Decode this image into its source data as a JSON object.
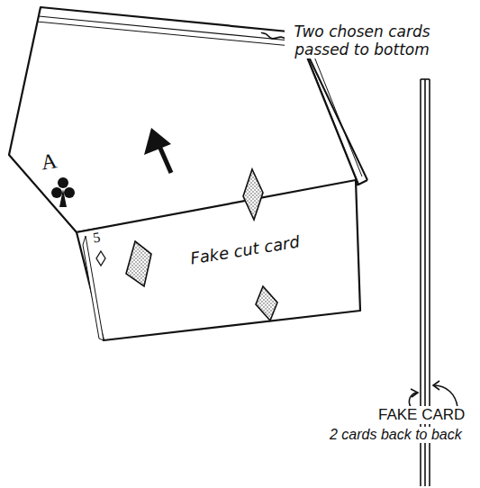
{
  "diagram": {
    "labels": [
      "Two chosen cards passed to bottom",
      "A",
      "5",
      "Fake cut card",
      "FAKE CARD",
      "2 cards back to back"
    ]
  }
}
